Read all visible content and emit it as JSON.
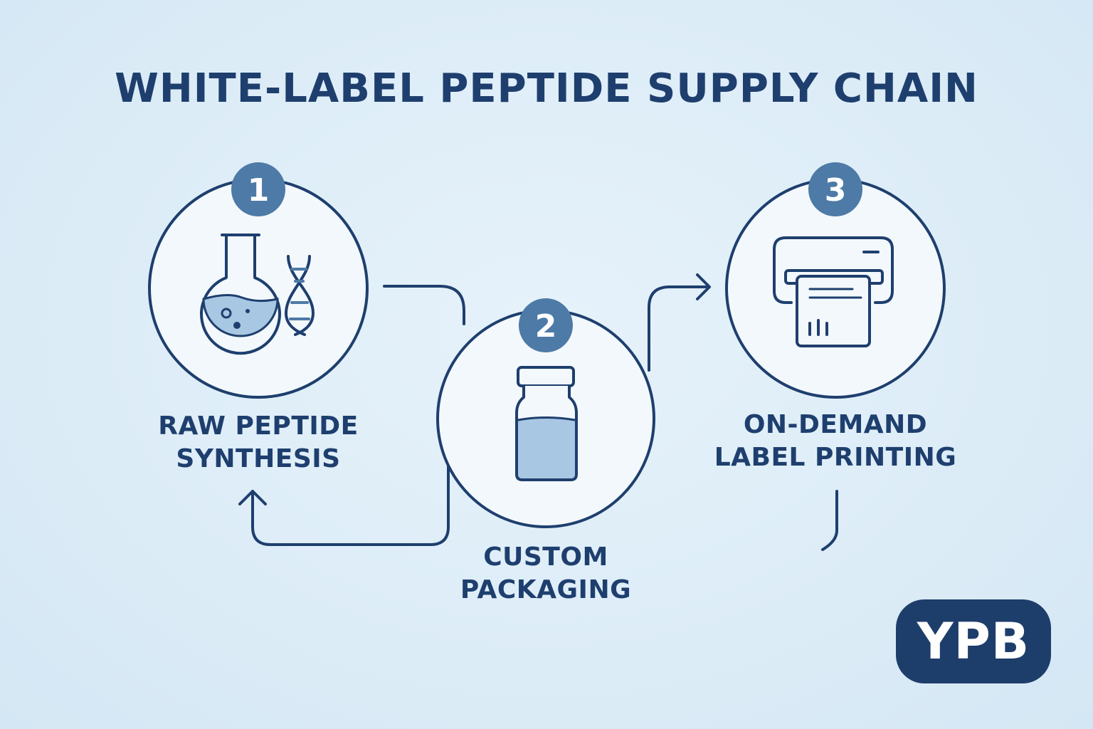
{
  "title": "WHITE-LABEL PEPTIDE SUPPLY CHAIN",
  "colors": {
    "background": "#dcecf7",
    "outline": "#1e3f6e",
    "number_badge": "#4d7aa6",
    "circle_fill": "#f3f8fc",
    "liquid": "#a8c7e2",
    "logo_bg": "#1d3d6b"
  },
  "steps": [
    {
      "number": "1",
      "icon": "flask-dna-icon",
      "label_lines": [
        "RAW PEPTIDE",
        "SYNTHESIS"
      ]
    },
    {
      "number": "2",
      "icon": "vial-icon",
      "label_lines": [
        "CUSTOM",
        "PACKAGING"
      ]
    },
    {
      "number": "3",
      "icon": "label-printer-icon",
      "label_lines": [
        "ON-DEMAND",
        "LABEL PRINTING"
      ]
    }
  ],
  "logo": {
    "text": "YPB"
  }
}
